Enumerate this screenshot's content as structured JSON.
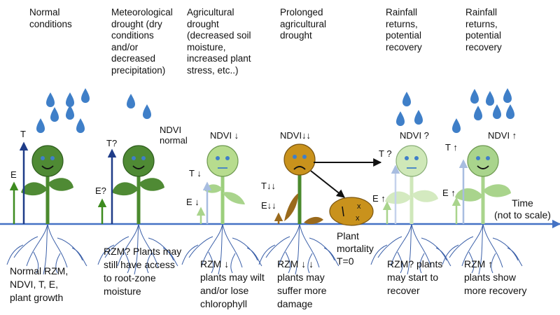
{
  "stages": [
    {
      "id": "normal",
      "header": "Normal\nconditions",
      "footer": "Normal RZM,\nNDVI, T, E,\nplant growth"
    },
    {
      "id": "meteorological",
      "header": "Meteorological\ndrought (dry\nconditions\nand/or\ndecreased\nprecipitation)",
      "ndvi": "NDVI\nnormal",
      "t": "T?",
      "e": "E?",
      "footer": "RZM? Plants may\nstill have access\nto root-zone\nmoisture"
    },
    {
      "id": "agricultural",
      "header": "Agricultural\ndrought\n(decreased soil\nmoisture,\nincreased plant\nstress, etc..)",
      "ndvi": "NDVI ↓",
      "t": "T ↓",
      "e": "E ↓",
      "footer": "RZM ↓\nplants may wilt\nand/or lose\nchlorophyll"
    },
    {
      "id": "prolonged",
      "header": "Prolonged\nagricultural\ndrought",
      "ndvi": "NDVI↓↓",
      "t": "T↓↓",
      "e": "E↓↓",
      "footer": "RZM ↓ ↓\nplants may\nsuffer  more\ndamage"
    },
    {
      "id": "recovery1",
      "header": "Rainfall\nreturns,\npotential\nrecovery",
      "ndvi": "NDVI ?",
      "t": "T ?",
      "e": "E ↑",
      "footer": "RZM? plants\nmay start to\nrecover"
    },
    {
      "id": "recovery2",
      "header": "Rainfall\nreturns,\npotential\nrecovery",
      "ndvi": "NDVI ↑",
      "t": "T ↑",
      "e": "E ↑",
      "footer": "RZM ↑\nplants show\nmore recovery"
    }
  ],
  "normal_t": "T",
  "normal_e": "E",
  "mortality": "Plant\nmortality\nT=0",
  "time_axis": "Time\n(not to scale)",
  "colors": {
    "rain": "#3f7fc8",
    "axis": "#4472c4",
    "stem_dark": "#4b8a2e",
    "stem_light": "#b7d99a",
    "dead_face": "#c9921c",
    "t_arrow": "#1f3c88"
  }
}
